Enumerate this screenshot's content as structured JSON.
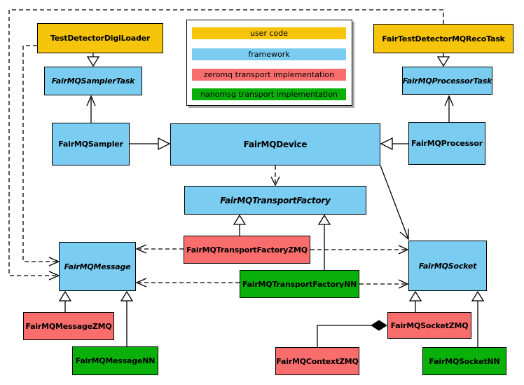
{
  "legend": {
    "items": [
      {
        "label": "user code",
        "color": "#f5c40b"
      },
      {
        "label": "framework",
        "color": "#7accf0"
      },
      {
        "label": "zeromq transport implementation",
        "color": "#fa6d6d"
      },
      {
        "label": "nanomsg transport implementation",
        "color": "#0ab00a"
      }
    ]
  },
  "colors": {
    "user_code": "#f5c40b",
    "framework": "#7accf0",
    "zeromq": "#fa6d6d",
    "nanomsg": "#0ab00a",
    "line": "#000000",
    "background": "#ffffff",
    "legend_shadow": "#808080"
  },
  "nodes": {
    "testDetectorDigiLoader": {
      "label": "TestDetectorDigiLoader",
      "category": "user code",
      "abstract": false
    },
    "fairMQSamplerTask": {
      "label": "FairMQSamplerTask",
      "category": "framework",
      "abstract": true
    },
    "fairMQSampler": {
      "label": "FairMQSampler",
      "category": "framework",
      "abstract": false
    },
    "fairTestDetectorMQRecoTask": {
      "label": "FairTestDetectorMQRecoTask",
      "category": "user code",
      "abstract": false
    },
    "fairMQProcessorTask": {
      "label": "FairMQProcessorTask",
      "category": "framework",
      "abstract": true
    },
    "fairMQProcessor": {
      "label": "FairMQProcessor",
      "category": "framework",
      "abstract": false
    },
    "fairMQDevice": {
      "label": "FairMQDevice",
      "category": "framework",
      "abstract": false
    },
    "fairMQTransportFactory": {
      "label": "FairMQTransportFactory",
      "category": "framework",
      "abstract": true
    },
    "fairMQTransportFactoryZMQ": {
      "label": "FairMQTransportFactoryZMQ",
      "category": "zeromq",
      "abstract": false
    },
    "fairMQTransportFactoryNN": {
      "label": "FairMQTransportFactoryNN",
      "category": "nanomsg",
      "abstract": false
    },
    "fairMQMessage": {
      "label": "FairMQMessage",
      "category": "framework",
      "abstract": true
    },
    "fairMQSocket": {
      "label": "FairMQSocket",
      "category": "framework",
      "abstract": true
    },
    "fairMQMessageZMQ": {
      "label": "FairMQMessageZMQ",
      "category": "zeromq",
      "abstract": false
    },
    "fairMQMessageNN": {
      "label": "FairMQMessageNN",
      "category": "nanomsg",
      "abstract": false
    },
    "fairMQContextZMQ": {
      "label": "FairMQContextZMQ",
      "category": "zeromq",
      "abstract": false
    },
    "fairMQSocketZMQ": {
      "label": "FairMQSocketZMQ",
      "category": "zeromq",
      "abstract": false
    },
    "fairMQSocketNN": {
      "label": "FairMQSocketNN",
      "category": "nanomsg",
      "abstract": false
    }
  },
  "edges": [
    {
      "from": "TestDetectorDigiLoader",
      "to": "FairMQSamplerTask",
      "line": "solid",
      "head": "hollow-triangle"
    },
    {
      "from": "FairMQSampler",
      "to": "FairMQSamplerTask",
      "line": "solid",
      "head": "open-arrow"
    },
    {
      "from": "FairMQSampler",
      "to": "FairMQDevice",
      "line": "solid",
      "head": "hollow-triangle"
    },
    {
      "from": "FairTestDetectorMQRecoTask",
      "to": "FairMQProcessorTask",
      "line": "solid",
      "head": "hollow-triangle"
    },
    {
      "from": "FairMQProcessor",
      "to": "FairMQProcessorTask",
      "line": "solid",
      "head": "open-arrow"
    },
    {
      "from": "FairMQProcessor",
      "to": "FairMQDevice",
      "line": "solid",
      "head": "hollow-triangle"
    },
    {
      "from": "FairMQDevice",
      "to": "FairMQTransportFactory",
      "line": "dashed",
      "head": "open-arrow"
    },
    {
      "from": "FairMQDevice",
      "to": "FairMQSocket",
      "line": "solid",
      "head": "open-arrow"
    },
    {
      "from": "FairMQTransportFactoryZMQ",
      "to": "FairMQTransportFactory",
      "line": "solid",
      "head": "hollow-triangle"
    },
    {
      "from": "FairMQTransportFactoryNN",
      "to": "FairMQTransportFactory",
      "line": "solid",
      "head": "hollow-triangle"
    },
    {
      "from": "FairMQTransportFactoryZMQ",
      "to": "FairMQMessage",
      "line": "dashed",
      "head": "open-arrow"
    },
    {
      "from": "FairMQTransportFactoryZMQ",
      "to": "FairMQSocket",
      "line": "dashed",
      "head": "open-arrow"
    },
    {
      "from": "FairMQTransportFactoryNN",
      "to": "FairMQMessage",
      "line": "dashed",
      "head": "open-arrow"
    },
    {
      "from": "FairMQTransportFactoryNN",
      "to": "FairMQSocket",
      "line": "dashed",
      "head": "open-arrow"
    },
    {
      "from": "FairMQMessageZMQ",
      "to": "FairMQMessage",
      "line": "solid",
      "head": "hollow-triangle"
    },
    {
      "from": "FairMQMessageNN",
      "to": "FairMQMessage",
      "line": "solid",
      "head": "hollow-triangle"
    },
    {
      "from": "FairMQSocketZMQ",
      "to": "FairMQSocket",
      "line": "solid",
      "head": "hollow-triangle"
    },
    {
      "from": "FairMQSocketNN",
      "to": "FairMQSocket",
      "line": "solid",
      "head": "hollow-triangle"
    },
    {
      "from": "FairMQContextZMQ",
      "to": "FairMQSocketZMQ",
      "line": "solid",
      "head": "filled-diamond"
    },
    {
      "from": "TestDetectorDigiLoader",
      "to": "FairMQMessage",
      "line": "dashed",
      "head": "open-arrow"
    },
    {
      "from": "FairTestDetectorMQRecoTask",
      "to": "FairMQMessage",
      "line": "dashed",
      "head": "open-arrow"
    }
  ]
}
